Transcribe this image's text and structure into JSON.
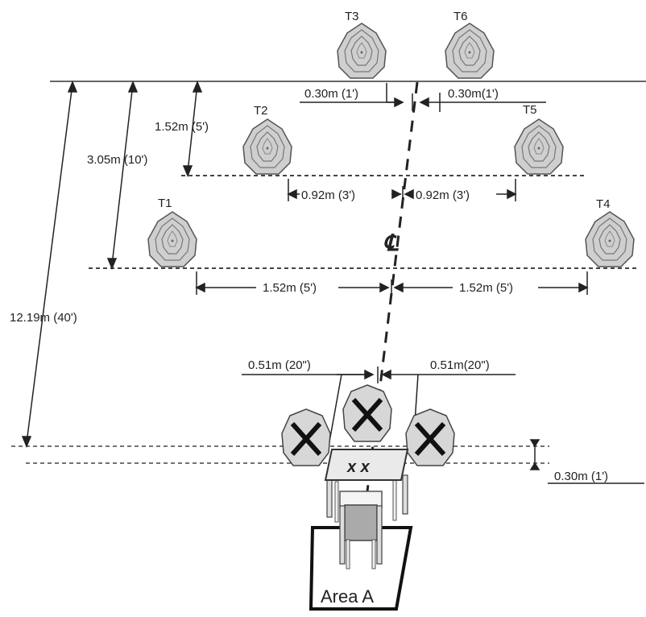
{
  "targets": {
    "t1": "T1",
    "t2": "T2",
    "t3": "T3",
    "t4": "T4",
    "t5": "T5",
    "t6": "T6"
  },
  "dimensions": {
    "d_030_left": "0.30m (1')",
    "d_030_right": "0.30m(1')",
    "d_152_depth": "1.52m (5')",
    "d_305_depth": "3.05m (10')",
    "d_092_left": "0.92m (3')",
    "d_092_right": "0.92m (3')",
    "d_152_left": "1.52m (5')",
    "d_152_right": "1.52m (5')",
    "d_1219_depth": "12.19m (40')",
    "d_051_left": "0.51m (20\")",
    "d_051_right": "0.51m(20\")",
    "d_030_bottom": "0.30m (1')"
  },
  "centerline_symbol": "℄",
  "table_marks": "x x",
  "area_label": "Area A"
}
